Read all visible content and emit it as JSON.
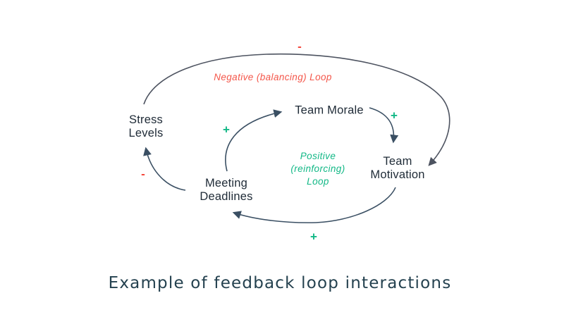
{
  "caption": "Example of feedback loop interactions",
  "colors": {
    "negative_accent": "#f4564a",
    "positive_accent": "#12b886",
    "outer_edge": "#4d5360",
    "inner_edge": "#3a4f63",
    "node_text": "#1e2a36",
    "caption_text": "#24414f",
    "background": "#ffffff"
  },
  "nodes": {
    "stress_levels": "Stress\nLevels",
    "team_morale": "Team Morale",
    "team_motivation": "Team\nMotivation",
    "meeting_deadlines": "Meeting\nDeadlines"
  },
  "loops": {
    "negative": {
      "label": "Negative (balancing) Loop"
    },
    "positive": {
      "label": "Positive\n(reinforcing)\nLoop"
    }
  },
  "signs": {
    "outer_top": "-",
    "deadlines_to_stress": "-",
    "deadlines_to_morale": "+",
    "morale_to_motivation": "+",
    "motivation_to_deadlines": "+"
  },
  "edges": [
    {
      "from": "Stress Levels",
      "to": "Team Motivation",
      "sign": "-",
      "loop": "Negative (balancing) Loop"
    },
    {
      "from": "Meeting Deadlines",
      "to": "Team Morale",
      "sign": "+",
      "loop": "Positive (reinforcing) Loop"
    },
    {
      "from": "Team Morale",
      "to": "Team Motivation",
      "sign": "+",
      "loop": "Positive (reinforcing) Loop"
    },
    {
      "from": "Team Motivation",
      "to": "Meeting Deadlines",
      "sign": "+",
      "loop": "Positive (reinforcing) Loop"
    },
    {
      "from": "Meeting Deadlines",
      "to": "Stress Levels",
      "sign": "-",
      "loop": "Negative (balancing) Loop"
    }
  ]
}
